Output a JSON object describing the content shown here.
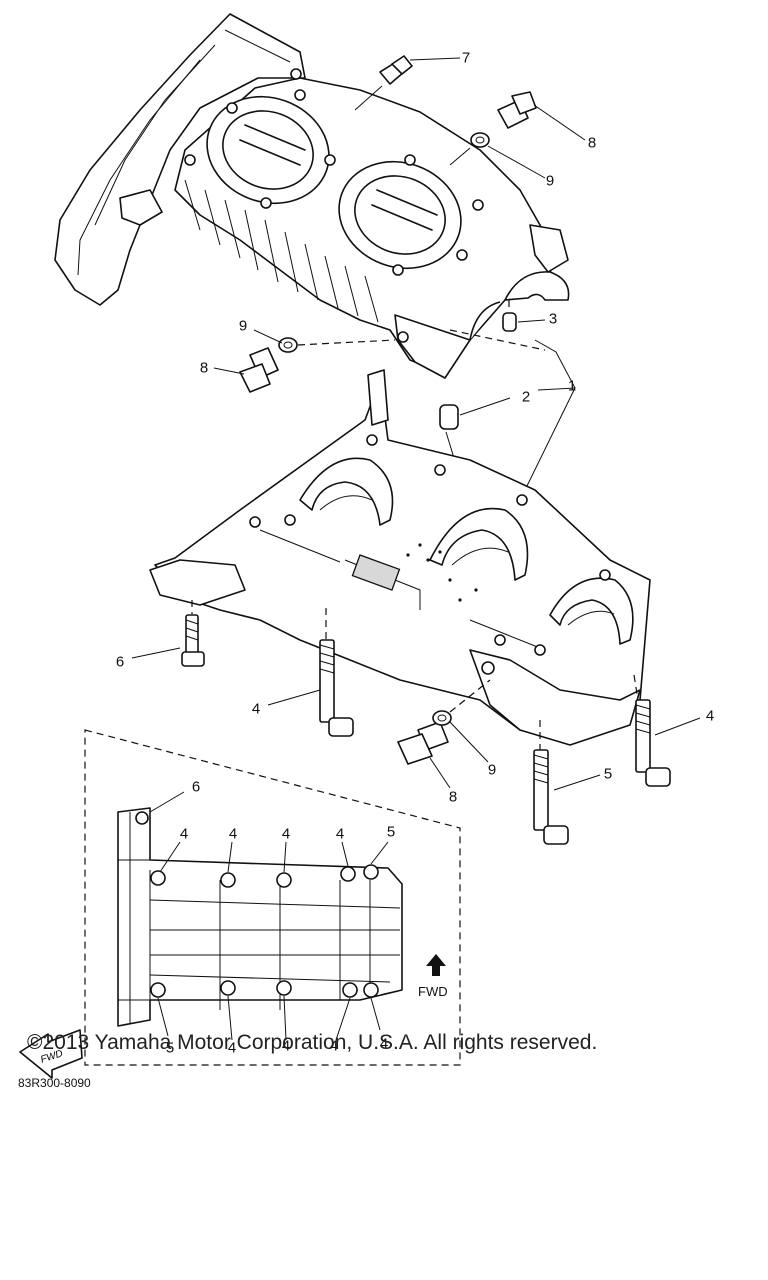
{
  "diagram": {
    "callouts": [
      {
        "id": "c7",
        "text": "7"
      },
      {
        "id": "c8a",
        "text": "8"
      },
      {
        "id": "c9a",
        "text": "9"
      },
      {
        "id": "c3",
        "text": "3"
      },
      {
        "id": "c9b",
        "text": "9"
      },
      {
        "id": "c8b",
        "text": "8"
      },
      {
        "id": "c2",
        "text": "2"
      },
      {
        "id": "c1",
        "text": "1"
      },
      {
        "id": "c6a",
        "text": "6"
      },
      {
        "id": "c4a",
        "text": "4"
      },
      {
        "id": "c4b",
        "text": "4"
      },
      {
        "id": "c9c",
        "text": "9"
      },
      {
        "id": "c5a",
        "text": "5"
      },
      {
        "id": "c8c",
        "text": "8"
      }
    ],
    "inset_callouts": [
      {
        "id": "i6",
        "text": "6"
      },
      {
        "id": "i4a",
        "text": "4"
      },
      {
        "id": "i4b",
        "text": "4"
      },
      {
        "id": "i4c",
        "text": "4"
      },
      {
        "id": "i4d",
        "text": "4"
      },
      {
        "id": "i5a",
        "text": "5"
      },
      {
        "id": "i5b",
        "text": "5"
      },
      {
        "id": "i4e",
        "text": "4"
      },
      {
        "id": "i4f",
        "text": "4"
      },
      {
        "id": "i4g",
        "text": "4"
      },
      {
        "id": "i4h",
        "text": "4"
      }
    ],
    "fwd_label": "FWD",
    "fwd_arrow_label": "FWD",
    "figure_code": "83R300-8090"
  },
  "footer": {
    "copyright": "©2013 Yamaha Motor Corporation, U.S.A. All rights reserved."
  }
}
